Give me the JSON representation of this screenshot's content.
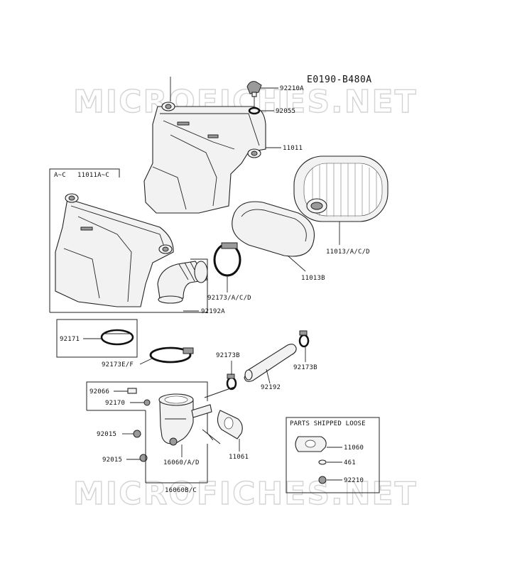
{
  "diagram_code": "E0190-B480A",
  "watermark": "MICROFICHES.NET",
  "group_label": "A~C",
  "loose_box_title": "PARTS SHIPPED LOOSE",
  "parts": {
    "p92210A": "92210A",
    "p92055": "92055",
    "p11011": "11011",
    "p11011AC": "11011A~C",
    "p11013ACD": "11013/A/C/D",
    "p11013B": "11013B",
    "p92173ACD": "92173/A/C/D",
    "p92192A": "92192A",
    "p92171": "92171",
    "p92173EF": "92173E/F",
    "p92173B_left": "92173B",
    "p92173B_right": "92173B",
    "p92192": "92192",
    "p92066": "92066",
    "p92170": "92170",
    "p92015_a": "92015",
    "p92015_b": "92015",
    "p11061": "11061",
    "p16060AD": "16060/A/D",
    "p16060BC": "16060B/C",
    "p11060": "11060",
    "p461": "461",
    "p92210": "92210"
  }
}
